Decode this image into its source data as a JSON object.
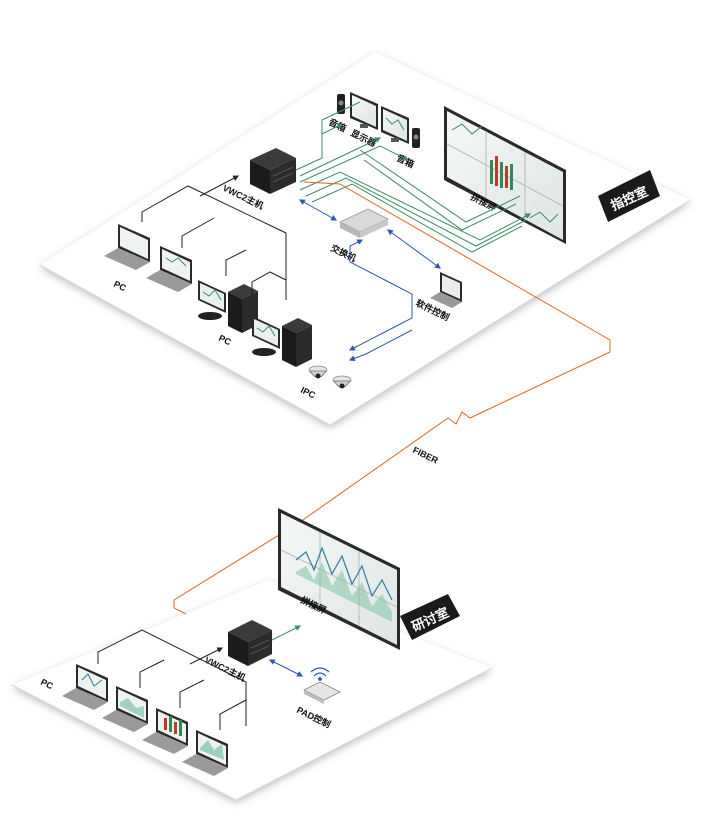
{
  "top_room": {
    "room_label": "指控室",
    "speaker_left_label": "音箱",
    "display_label": "显示器",
    "speaker_right_label": "音箱",
    "video_wall_label": "拼接屏",
    "controller_label": "VWC2主机",
    "switch_label": "交换机",
    "software_control_label": "软件控制",
    "pc_label_laptops": "PC",
    "pc_label_towers": "PC",
    "ipc_label": "IPC"
  },
  "link": {
    "fiber_label": "FIBER"
  },
  "bottom_room": {
    "room_label": "研讨室",
    "video_wall_label": "拼接屏",
    "controller_label": "VWC2主机",
    "pad_control_label": "PAD控制",
    "pc_label": "PC"
  },
  "colors": {
    "black_cable": "#222222",
    "green_cable": "#3e8d63",
    "blue_cable": "#2d5aa8",
    "fiber_cable": "#e0661c",
    "room_tag_bg": "#1a1a1a"
  }
}
